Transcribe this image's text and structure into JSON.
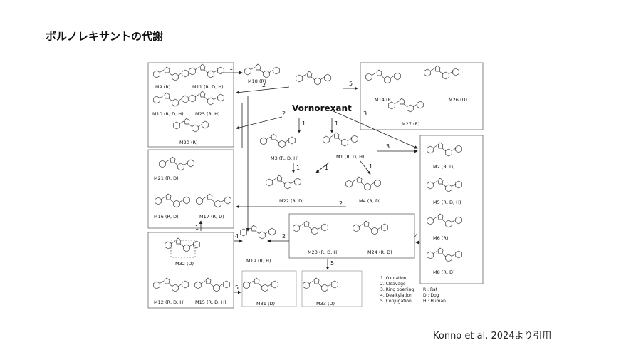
{
  "slide": {
    "title": "ボルノレキサントの代謝",
    "citation": "Konno et al. 2024より引用"
  },
  "diagram": {
    "parent": "Vornorexant",
    "metabolites": {
      "m9": "M9 (R)",
      "m11": "M11 (R, D, H)",
      "m10": "M10 (R, D, H)",
      "m25": "M25 (R, H)",
      "m20": "M20 (R)",
      "m18": "M18 (R)",
      "m14": "M14 (R)",
      "m26": "M26 (D)",
      "m27": "M27 (R)",
      "m3": "M3 (R, D, H)",
      "m1": "M1 (R, D, H)",
      "m22": "M22 (R, D)",
      "m4": "M4 (R, D)",
      "m21": "M21 (R, D)",
      "m16": "M16 (R, D)",
      "m17": "M17 (R, D)",
      "m2": "M2 (R, D)",
      "m5": "M5 (R, D, H)",
      "m6": "M6 (R)",
      "m8": "M8 (R, D)",
      "m23": "M23 (R, D, H)",
      "m24": "M24 (R, D)",
      "m19": "M19 (R, H)",
      "m32": "M32 (D)",
      "m12": "M12 (R, D, H)",
      "m15": "M15 (R, D, H)",
      "m31": "M31 (D)",
      "m33": "M33 (D)"
    },
    "arrow_labels": [
      "1",
      "2",
      "5",
      "3",
      "2",
      "1",
      "1",
      "3",
      "1",
      "1",
      "1",
      "2",
      "1",
      "2",
      "4",
      "4",
      "5",
      "5"
    ],
    "legend": {
      "reactions": [
        "1.   Oxidation",
        "2.   Cleavage",
        "3.   Ring opening",
        "4.   Dealkylation",
        "5.   Conjugation"
      ],
      "species": [
        "R : Rat",
        "D : Dog",
        "H : Human"
      ]
    }
  }
}
